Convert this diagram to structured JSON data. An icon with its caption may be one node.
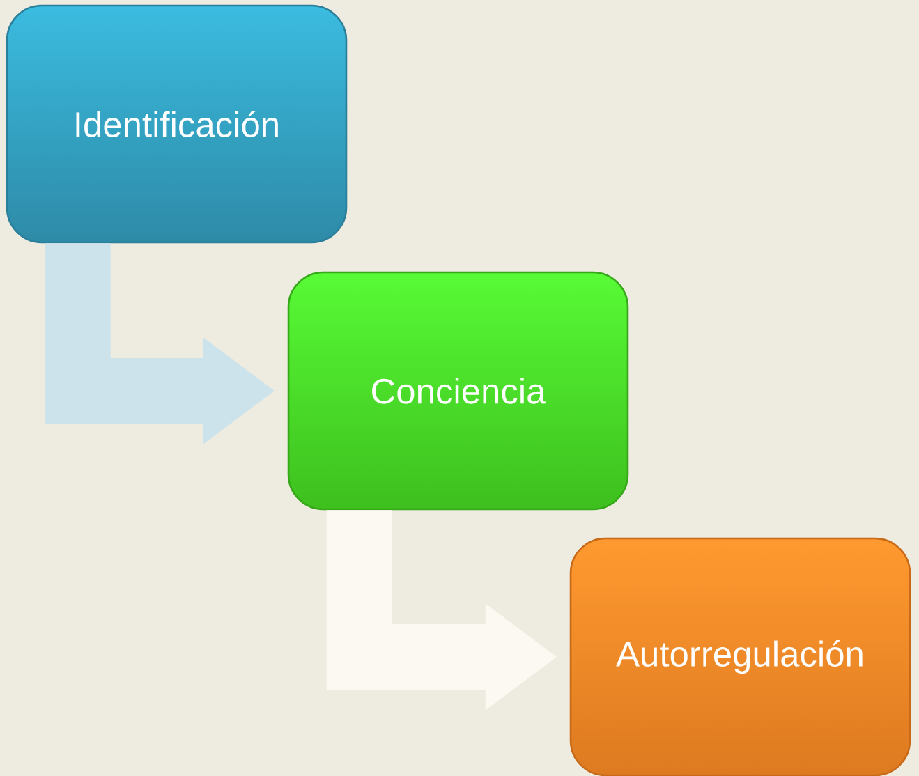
{
  "diagram": {
    "nodes": [
      {
        "text": [
          "Identificación"
        ]
      },
      {
        "text": [
          "Conciencia"
        ]
      },
      {
        "text": [
          "Autorregulación"
        ]
      }
    ],
    "edges": [
      {
        "from": 0,
        "to": 1,
        "arrow": "to",
        "color": "#cce3ec"
      },
      {
        "from": 1,
        "to": 2,
        "arrow": "to",
        "color": "#fcf8f2"
      }
    ]
  }
}
